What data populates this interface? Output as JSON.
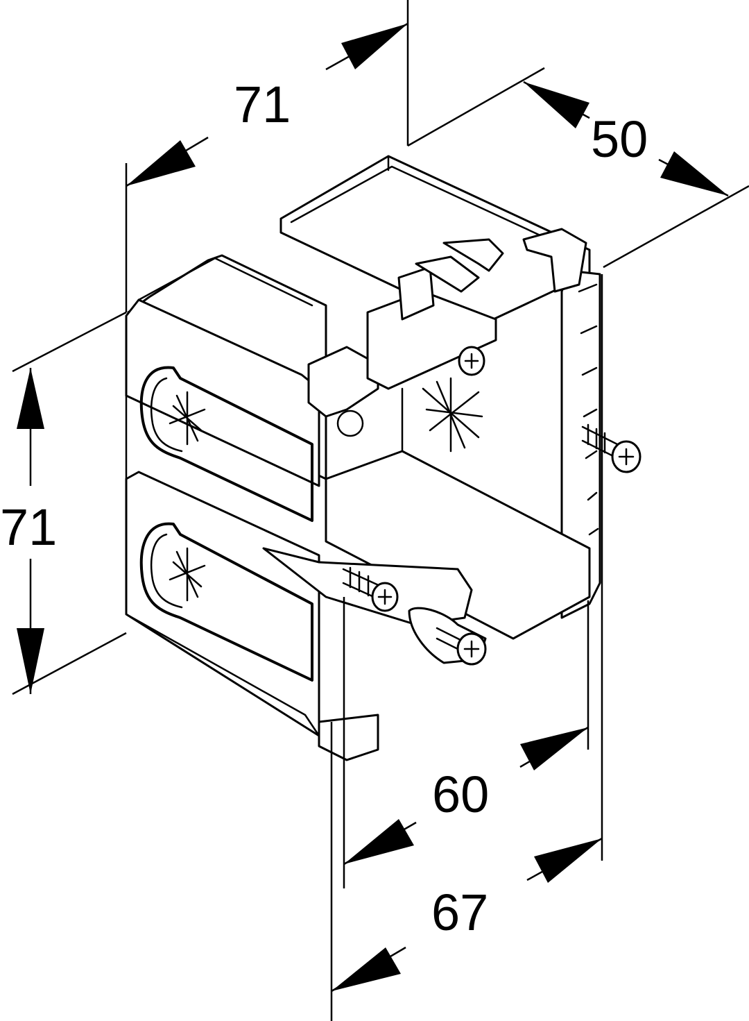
{
  "dimensions": {
    "top_width": "71",
    "top_depth": "50",
    "left_height": "71",
    "bottom_inner": "60",
    "bottom_outer": "67"
  },
  "colors": {
    "line": "#000000",
    "background": "#ffffff"
  }
}
